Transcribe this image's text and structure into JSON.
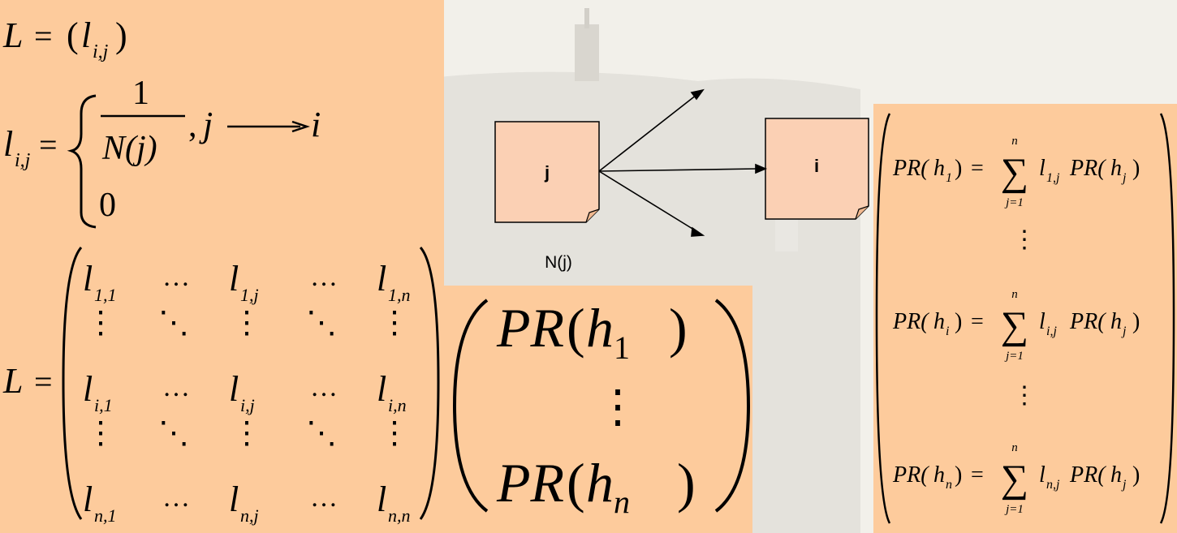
{
  "colors": {
    "panel": "#fdcb9c",
    "page_card": "#fbd0b4",
    "background": "#f2f0ea"
  },
  "formulas": {
    "L_def": {
      "lhs": "L",
      "eq": "=",
      "open": "(",
      "l": "l",
      "sub": "i,j",
      "close": ")"
    },
    "lij": {
      "l": "l",
      "sub": "i,j",
      "eq": "=",
      "num": "1",
      "den": "N(j)",
      "comma": ",",
      "j": "j",
      "i": "i",
      "zero": "0"
    },
    "L_matrix": {
      "lhs": "L",
      "eq": "=",
      "cells": [
        [
          "1,1",
          "…",
          "1,j",
          "…",
          "1,n"
        ],
        [
          "⋮",
          "⋱",
          "⋮",
          "⋱",
          "⋮"
        ],
        [
          "i,1",
          "…",
          "i,j",
          "…",
          "i,n"
        ],
        [
          "⋮",
          "⋱",
          "⋮",
          "⋱",
          "⋮"
        ],
        [
          "n,1",
          "…",
          "n,j",
          "…",
          "n,n"
        ]
      ]
    },
    "pr_vector": {
      "top_pr": "PR",
      "top_h": "h",
      "top_sub": "1",
      "dots": "⋮",
      "bot_pr": "PR",
      "bot_h": "h",
      "bot_sub": "n"
    },
    "pr_system": {
      "rows": [
        {
          "sub": "1",
          "lsub": "1,j"
        },
        {
          "sub": "i",
          "lsub": "i,j"
        },
        {
          "sub": "n",
          "lsub": "n,j"
        }
      ],
      "sum_top": "n",
      "sum_bottom": "j=1",
      "vdots": "⋮"
    }
  },
  "diagram": {
    "node_j": "j",
    "node_i": "i",
    "caption": "N(j)"
  }
}
